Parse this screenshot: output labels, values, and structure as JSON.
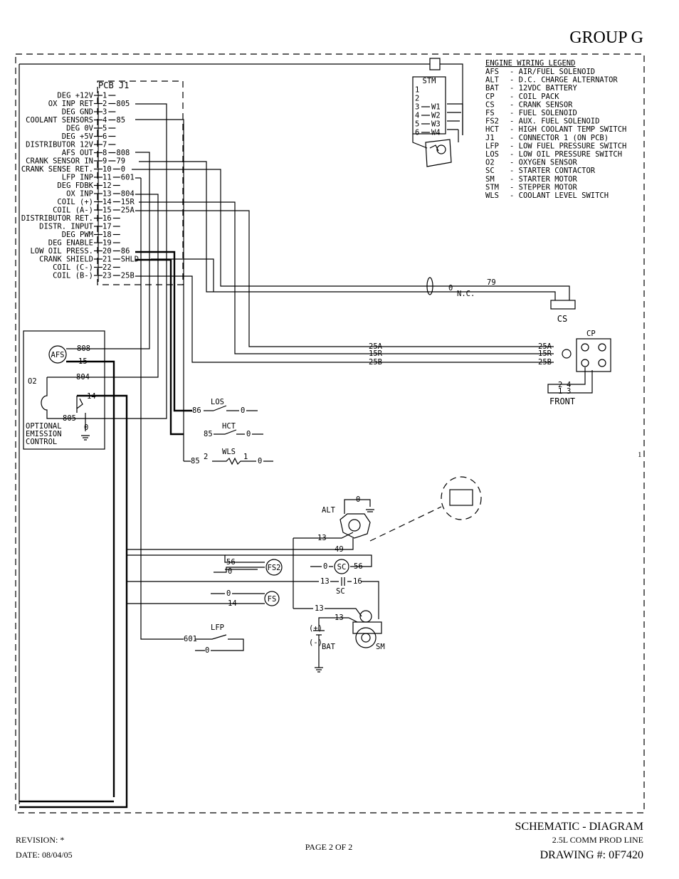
{
  "header": {
    "group": "GROUP G"
  },
  "pcb": {
    "title": "PCB J1",
    "pins": [
      {
        "label": "DEG +12V",
        "pin": "1",
        "wire": ""
      },
      {
        "label": "OX INP RET",
        "pin": "2",
        "wire": "805"
      },
      {
        "label": "DEG GND",
        "pin": "3",
        "wire": ""
      },
      {
        "label": "COOLANT SENSORS",
        "pin": "4",
        "wire": "85"
      },
      {
        "label": "DEG 0V",
        "pin": "5",
        "wire": ""
      },
      {
        "label": "DEG +5V",
        "pin": "6",
        "wire": ""
      },
      {
        "label": "DISTRIBUTOR 12V",
        "pin": "7",
        "wire": ""
      },
      {
        "label": "AFS OUT",
        "pin": "8",
        "wire": "808"
      },
      {
        "label": "CRANK SENSOR IN",
        "pin": "9",
        "wire": "79"
      },
      {
        "label": "CRANK SENSE RET.",
        "pin": "10",
        "wire": "0"
      },
      {
        "label": "LFP INP",
        "pin": "11",
        "wire": "601"
      },
      {
        "label": "DEG FDBK",
        "pin": "12",
        "wire": ""
      },
      {
        "label": "OX INP",
        "pin": "13",
        "wire": "804"
      },
      {
        "label": "COIL (+)",
        "pin": "14",
        "wire": "15R"
      },
      {
        "label": "COIL (A-)",
        "pin": "15",
        "wire": "25A"
      },
      {
        "label": "DISTRIBUTOR RET.",
        "pin": "16",
        "wire": ""
      },
      {
        "label": "DISTR. INPUT",
        "pin": "17",
        "wire": ""
      },
      {
        "label": "DEG PWM",
        "pin": "18",
        "wire": ""
      },
      {
        "label": "DEG ENABLE",
        "pin": "19",
        "wire": ""
      },
      {
        "label": "LOW OIL PRESS.",
        "pin": "20",
        "wire": "86"
      },
      {
        "label": "CRANK SHIELD",
        "pin": "21",
        "wire": "SHLD"
      },
      {
        "label": "COIL (C-)",
        "pin": "22",
        "wire": ""
      },
      {
        "label": "COIL (B-)",
        "pin": "23",
        "wire": "25B"
      }
    ]
  },
  "stm": {
    "label": "STM",
    "pins": [
      "1",
      "2",
      "3",
      "4",
      "5",
      "6"
    ],
    "wires": [
      "W1",
      "W2",
      "W3",
      "W4"
    ]
  },
  "legend": {
    "title": "ENGINE WIRING LEGEND",
    "items": [
      {
        "code": "AFS",
        "desc": "AIR/FUEL SOLENOID"
      },
      {
        "code": "ALT",
        "desc": "D.C. CHARGE ALTERNATOR"
      },
      {
        "code": "BAT",
        "desc": "12VDC BATTERY"
      },
      {
        "code": "CP",
        "desc": "COIL PACK"
      },
      {
        "code": "CS",
        "desc": "CRANK SENSOR"
      },
      {
        "code": "FS",
        "desc": "FUEL SOLENOID"
      },
      {
        "code": "FS2",
        "desc": "AUX. FUEL SOLENOID"
      },
      {
        "code": "HCT",
        "desc": "HIGH COOLANT TEMP SWITCH"
      },
      {
        "code": "J1",
        "desc": "CONNECTOR 1 (ON PCB)"
      },
      {
        "code": "LFP",
        "desc": "LOW FUEL PRESSURE SWITCH"
      },
      {
        "code": "LOS",
        "desc": "LOW OIL PRESSURE SWITCH"
      },
      {
        "code": "O2",
        "desc": "OXYGEN SENSOR"
      },
      {
        "code": "SC",
        "desc": "STARTER CONTACTOR"
      },
      {
        "code": "SM",
        "desc": "STARTER MOTOR"
      },
      {
        "code": "STM",
        "desc": "STEPPER MOTOR"
      },
      {
        "code": "WLS",
        "desc": "COOLANT LEVEL SWITCH"
      }
    ]
  },
  "crank_sensor": {
    "label": "CS",
    "wire": "79",
    "nc_wire": "0",
    "nc_label": "N.C."
  },
  "coil_pack": {
    "label": "CP",
    "front_label": "FRONT",
    "wires": [
      "25A",
      "15R",
      "25B"
    ],
    "terminals": [
      "2",
      "4",
      "1",
      "3"
    ]
  },
  "optional": {
    "afs": "AFS",
    "afs_wires": [
      "808",
      "15"
    ],
    "o2": "O2",
    "o2_wires": [
      "804",
      "805"
    ],
    "wire14": "14",
    "ground": "0",
    "caption": [
      "OPTIONAL",
      "EMISSION",
      "CONTROL"
    ]
  },
  "switches": {
    "los": {
      "label": "LOS",
      "wire": "86",
      "ground": "0"
    },
    "hct": {
      "label": "HCT",
      "wire": "85",
      "ground": "0"
    },
    "wls": {
      "label": "WLS",
      "wire": "85",
      "pin_a": "2",
      "pin_b": "1",
      "ground": "0"
    }
  },
  "lower": {
    "alt": {
      "label": "ALT",
      "ground": "0",
      "wire_out": "13",
      "wire_exc": "49"
    },
    "fs2": {
      "label": "FS2",
      "wire": "56",
      "ground": "0"
    },
    "sc": {
      "label": "SC",
      "wire": "56",
      "ground": "0",
      "contact_in": "13",
      "contact_out": "16"
    },
    "fs": {
      "label": "FS",
      "wire": "14",
      "ground": "0"
    },
    "sm": {
      "label": "SM",
      "wire_in": "13",
      "wire_bat": "13"
    },
    "bat": {
      "label": "BAT",
      "pos": "(+)",
      "neg": "(-)"
    },
    "lfp": {
      "label": "LFP",
      "wire": "601",
      "ground": "0"
    }
  },
  "side_marker": "1",
  "footer": {
    "revision": "REVISION: *",
    "date": "DATE: 08/04/05",
    "page": "PAGE 2 OF 2",
    "title": "SCHEMATIC - DIAGRAM",
    "subtitle": "2.5L COMM PROD LINE",
    "drawing": "DRAWING #: 0F7420"
  }
}
